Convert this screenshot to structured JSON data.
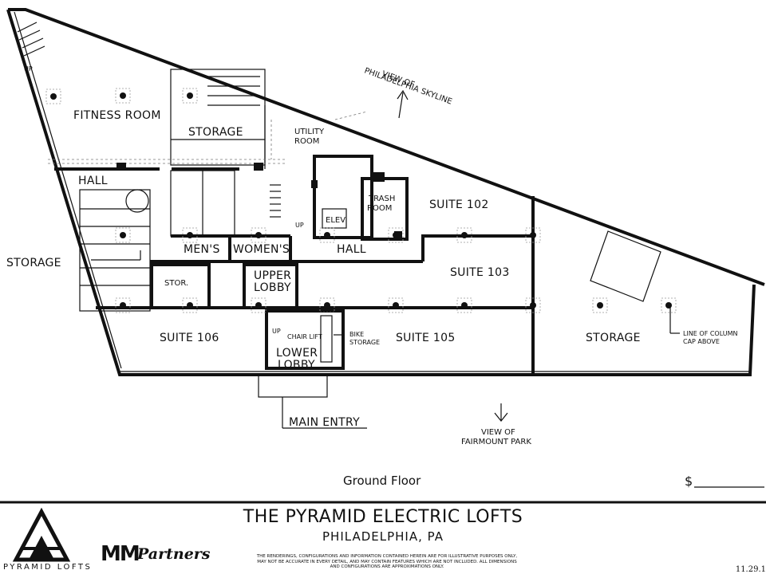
{
  "floor_name": "Ground Floor",
  "price_symbol": "$",
  "rooms": {
    "fitness_room": "FITNESS ROOM",
    "storage_top": "STORAGE",
    "utility_room_1": "UTILITY",
    "utility_room_2": "ROOM",
    "hall_left": "HALL",
    "trash_room_1": "TRASH",
    "trash_room_2": "ROOM",
    "elev": "ELEV",
    "suite_102": "SUITE 102",
    "storage_left": "STORAGE",
    "mens": "MEN'S",
    "womens": "WOMEN'S",
    "hall_center": "HALL",
    "suite_103": "SUITE 103",
    "stor": "STOR.",
    "upper_lobby_1": "UPPER",
    "upper_lobby_2": "LOBBY",
    "suite_106": "SUITE 106",
    "chair_lift": "CHAIR LIFT",
    "bike_storage_1": "BIKE",
    "bike_storage_2": "STORAGE",
    "suite_105": "SUITE 105",
    "storage_right": "STORAGE",
    "lower_lobby_1": "LOWER",
    "lower_lobby_2": "LOBBY",
    "main_entry": "MAIN ENTRY",
    "up_1": "UP",
    "up_2": "UP",
    "up_3": "UP"
  },
  "annotations": {
    "view_skyline_1": "VIEW OF",
    "view_skyline_2": "PHILADELPHIA SKYLINE",
    "view_park_1": "VIEW OF",
    "view_park_2": "FAIRMOUNT PARK",
    "column_note_1": "LINE OF COLUMN",
    "column_note_2": "CAP ABOVE"
  },
  "footer": {
    "title": "THE PYRAMID ELECTRIC LOFTS",
    "city": "PHILADELPHIA, PA",
    "brand": "PYRAMID LOFTS",
    "partner_mm": "MM",
    "partner_word": "Partners",
    "disclaimer": "THE RENDERINGS, CONFIGURATIONS AND INFORMATION CONTAINED HEREIN ARE FOR ILLUSTRATIVE PURPOSES ONLY, MAY NOT BE ACCURATE IN EVERY DETAIL, AND MAY CONTAIN FEATURES WHICH ARE NOT INCLUDED. ALL DIMENSIONS AND CONFIGURATIONS ARE APPROXIMATIONS ONLY.",
    "date": "11.29.1"
  },
  "colors": {
    "line": "#111111",
    "background": "#ffffff",
    "dashed": "#777777"
  }
}
